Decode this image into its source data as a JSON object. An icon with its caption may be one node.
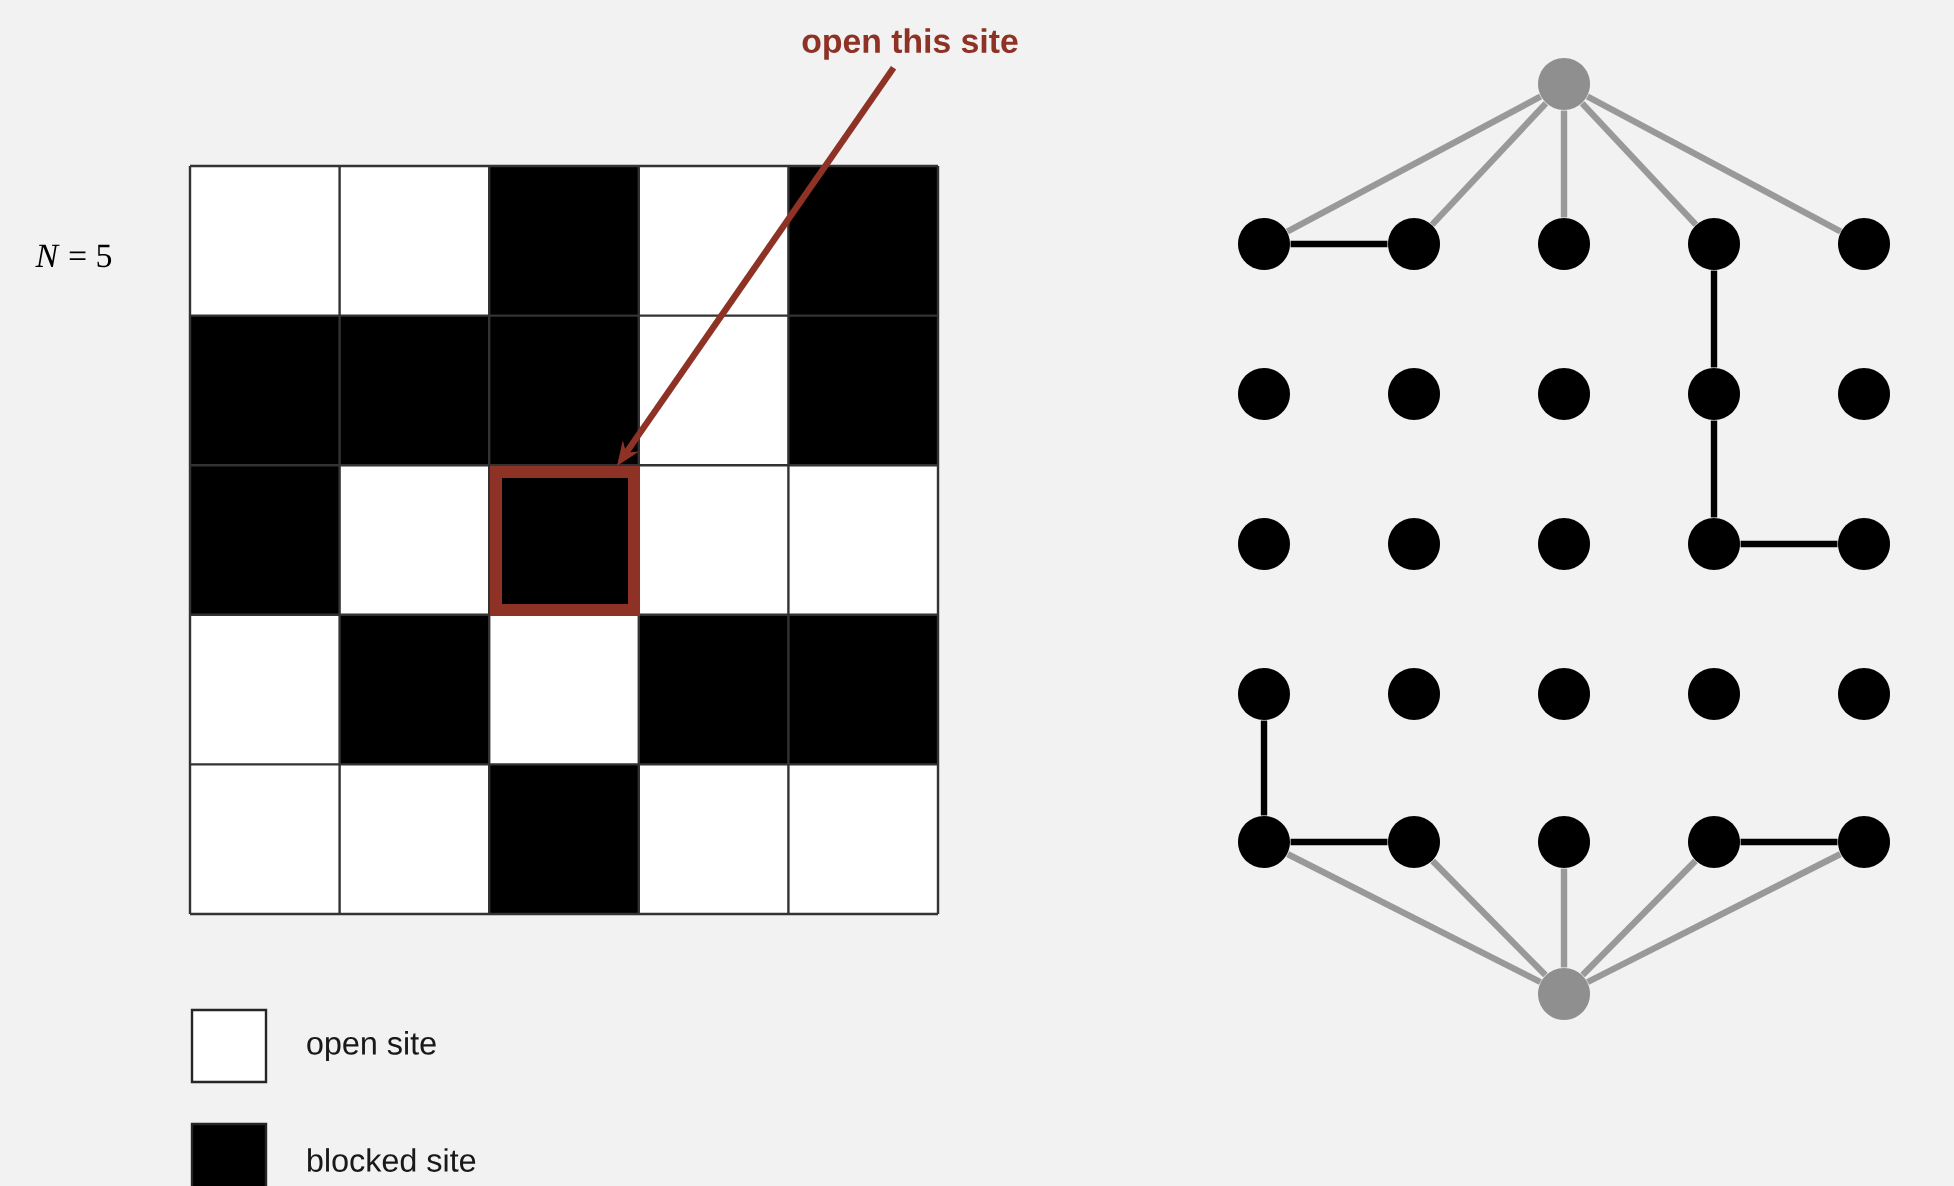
{
  "diagram": {
    "nodes": [
      {
        "text": [
          "open this site"
        ]
      },
      {
        "text": [],
        "shape": "box"
      },
      {
        "text": [],
        "shape": "circle"
      },
      {
        "text": [],
        "shape": "circle"
      },
      {
        "text": [],
        "shape": "circle"
      },
      {
        "text": [],
        "shape": "circle"
      },
      {
        "text": [],
        "shape": "circle"
      },
      {
        "text": [],
        "shape": "circle"
      },
      {
        "text": [],
        "shape": "circle"
      },
      {
        "text": [],
        "shape": "circle"
      },
      {
        "text": [],
        "shape": "circle"
      },
      {
        "text": [],
        "shape": "circle"
      },
      {
        "text": [],
        "shape": "circle"
      },
      {
        "text": [],
        "shape": "circle"
      },
      {
        "text": [],
        "shape": "circle"
      },
      {
        "text": [],
        "shape": "circle"
      },
      {
        "text": [],
        "shape": "circle"
      },
      {
        "text": [],
        "shape": "circle"
      },
      {
        "text": [],
        "shape": "circle"
      },
      {
        "text": [],
        "shape": "circle"
      },
      {
        "text": [],
        "shape": "circle"
      },
      {
        "text": [],
        "shape": "circle"
      },
      {
        "text": [],
        "shape": "circle"
      },
      {
        "text": [],
        "shape": "circle"
      },
      {
        "text": [],
        "shape": "circle"
      },
      {
        "text": [],
        "shape": "circle"
      },
      {
        "text": [],
        "shape": "circle"
      },
      {
        "text": [],
        "shape": "circle"
      },
      {
        "text": [],
        "shape": "circle"
      }
    ],
    "edges": [
      {
        "from": 0,
        "to": 1,
        "arrow": "to",
        "color": "#8e3226"
      },
      {
        "from": 2,
        "to": 3,
        "arrow": "none"
      },
      {
        "from": 2,
        "to": 4,
        "arrow": "none"
      },
      {
        "from": 2,
        "to": 5,
        "arrow": "none"
      },
      {
        "from": 2,
        "to": 6,
        "arrow": "none"
      },
      {
        "from": 2,
        "to": 7,
        "arrow": "none"
      },
      {
        "from": 3,
        "to": 4,
        "arrow": "none",
        "color": "#000000"
      },
      {
        "from": 6,
        "to": 11,
        "arrow": "none",
        "color": "#000000"
      },
      {
        "from": 11,
        "to": 16,
        "arrow": "none",
        "color": "#000000"
      },
      {
        "from": 16,
        "to": 17,
        "arrow": "none",
        "color": "#000000"
      },
      {
        "from": 18,
        "to": 23,
        "arrow": "none",
        "color": "#000000"
      },
      {
        "from": 23,
        "to": 24,
        "arrow": "none",
        "color": "#000000"
      },
      {
        "from": 26,
        "to": 27,
        "arrow": "none",
        "color": "#000000"
      },
      {
        "from": 23,
        "to": 28,
        "arrow": "none"
      },
      {
        "from": 24,
        "to": 28,
        "arrow": "none"
      },
      {
        "from": 25,
        "to": 28,
        "arrow": "none"
      },
      {
        "from": 26,
        "to": 28,
        "arrow": "none"
      },
      {
        "from": 27,
        "to": 28,
        "arrow": "none"
      }
    ],
    "labels": [
      "*N* = 5"
    ],
    "legend": [
      {
        "text": "open site",
        "color": "#ffffff"
      },
      {
        "text": "blocked site",
        "color": "#000000"
      }
    ]
  }
}
